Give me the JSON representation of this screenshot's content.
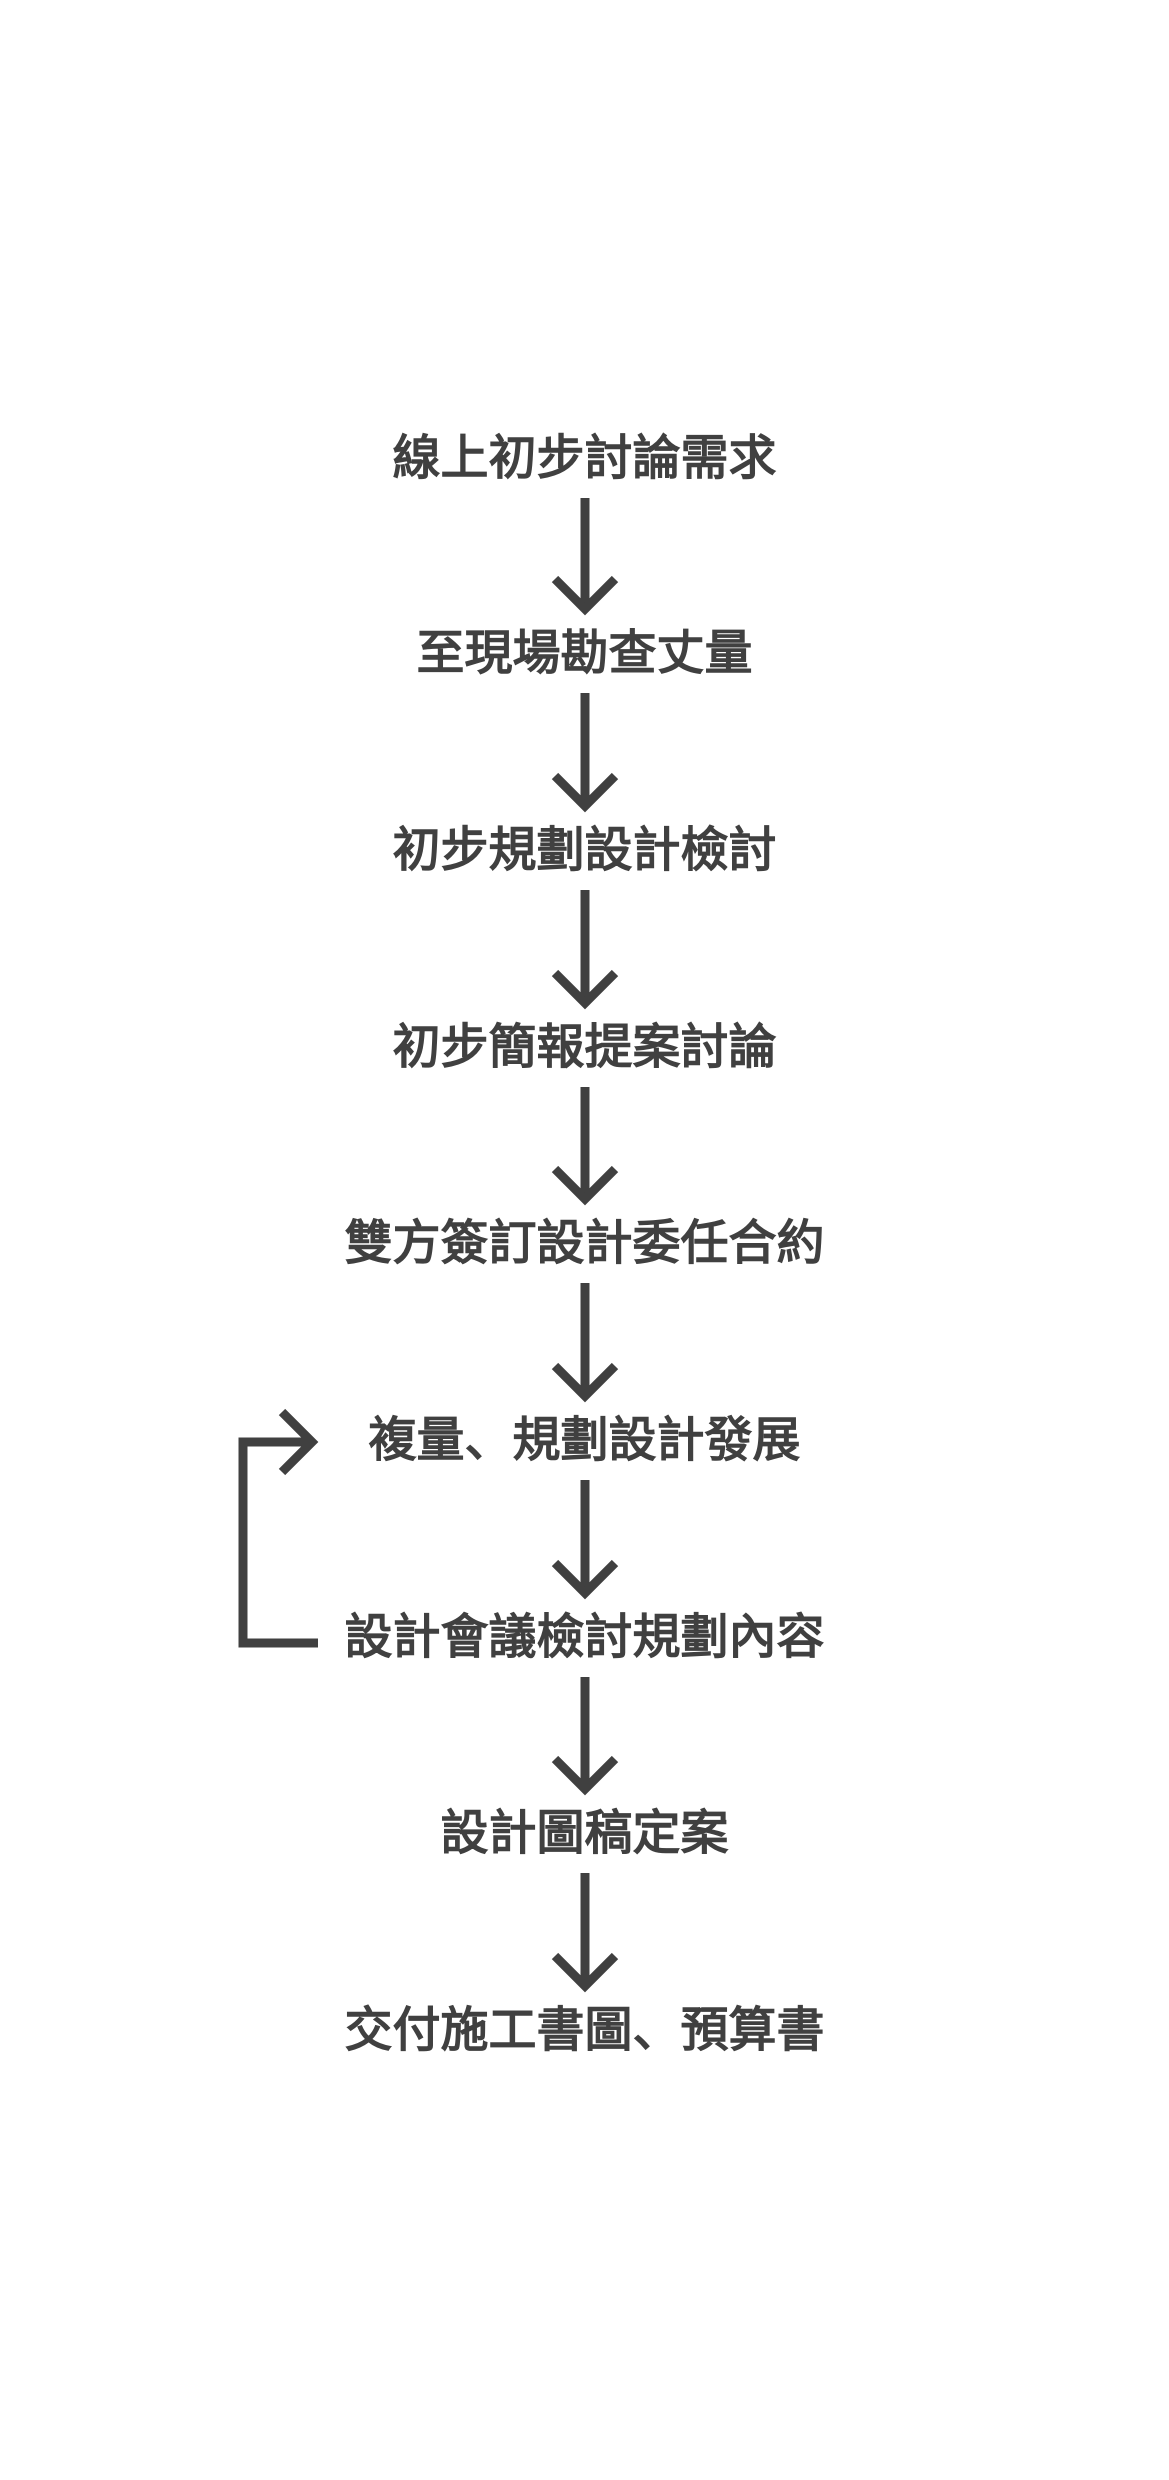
{
  "diagram": {
    "type": "vertical-flowchart",
    "color": "#404040",
    "steps": [
      {
        "label": "線上初步討論需求"
      },
      {
        "label": "至現場勘查丈量"
      },
      {
        "label": "初步規劃設計檢討"
      },
      {
        "label": "初步簡報提案討論"
      },
      {
        "label": "雙方簽訂設計委任合約"
      },
      {
        "label": "複量、規劃設計發展"
      },
      {
        "label": "設計會議檢討規劃內容"
      },
      {
        "label": "設計圖稿定案"
      },
      {
        "label": "交付施工書圖、預算書"
      }
    ],
    "loop": {
      "from_step": 7,
      "to_step": 6,
      "icon": "loop-back-arrow-icon"
    }
  }
}
